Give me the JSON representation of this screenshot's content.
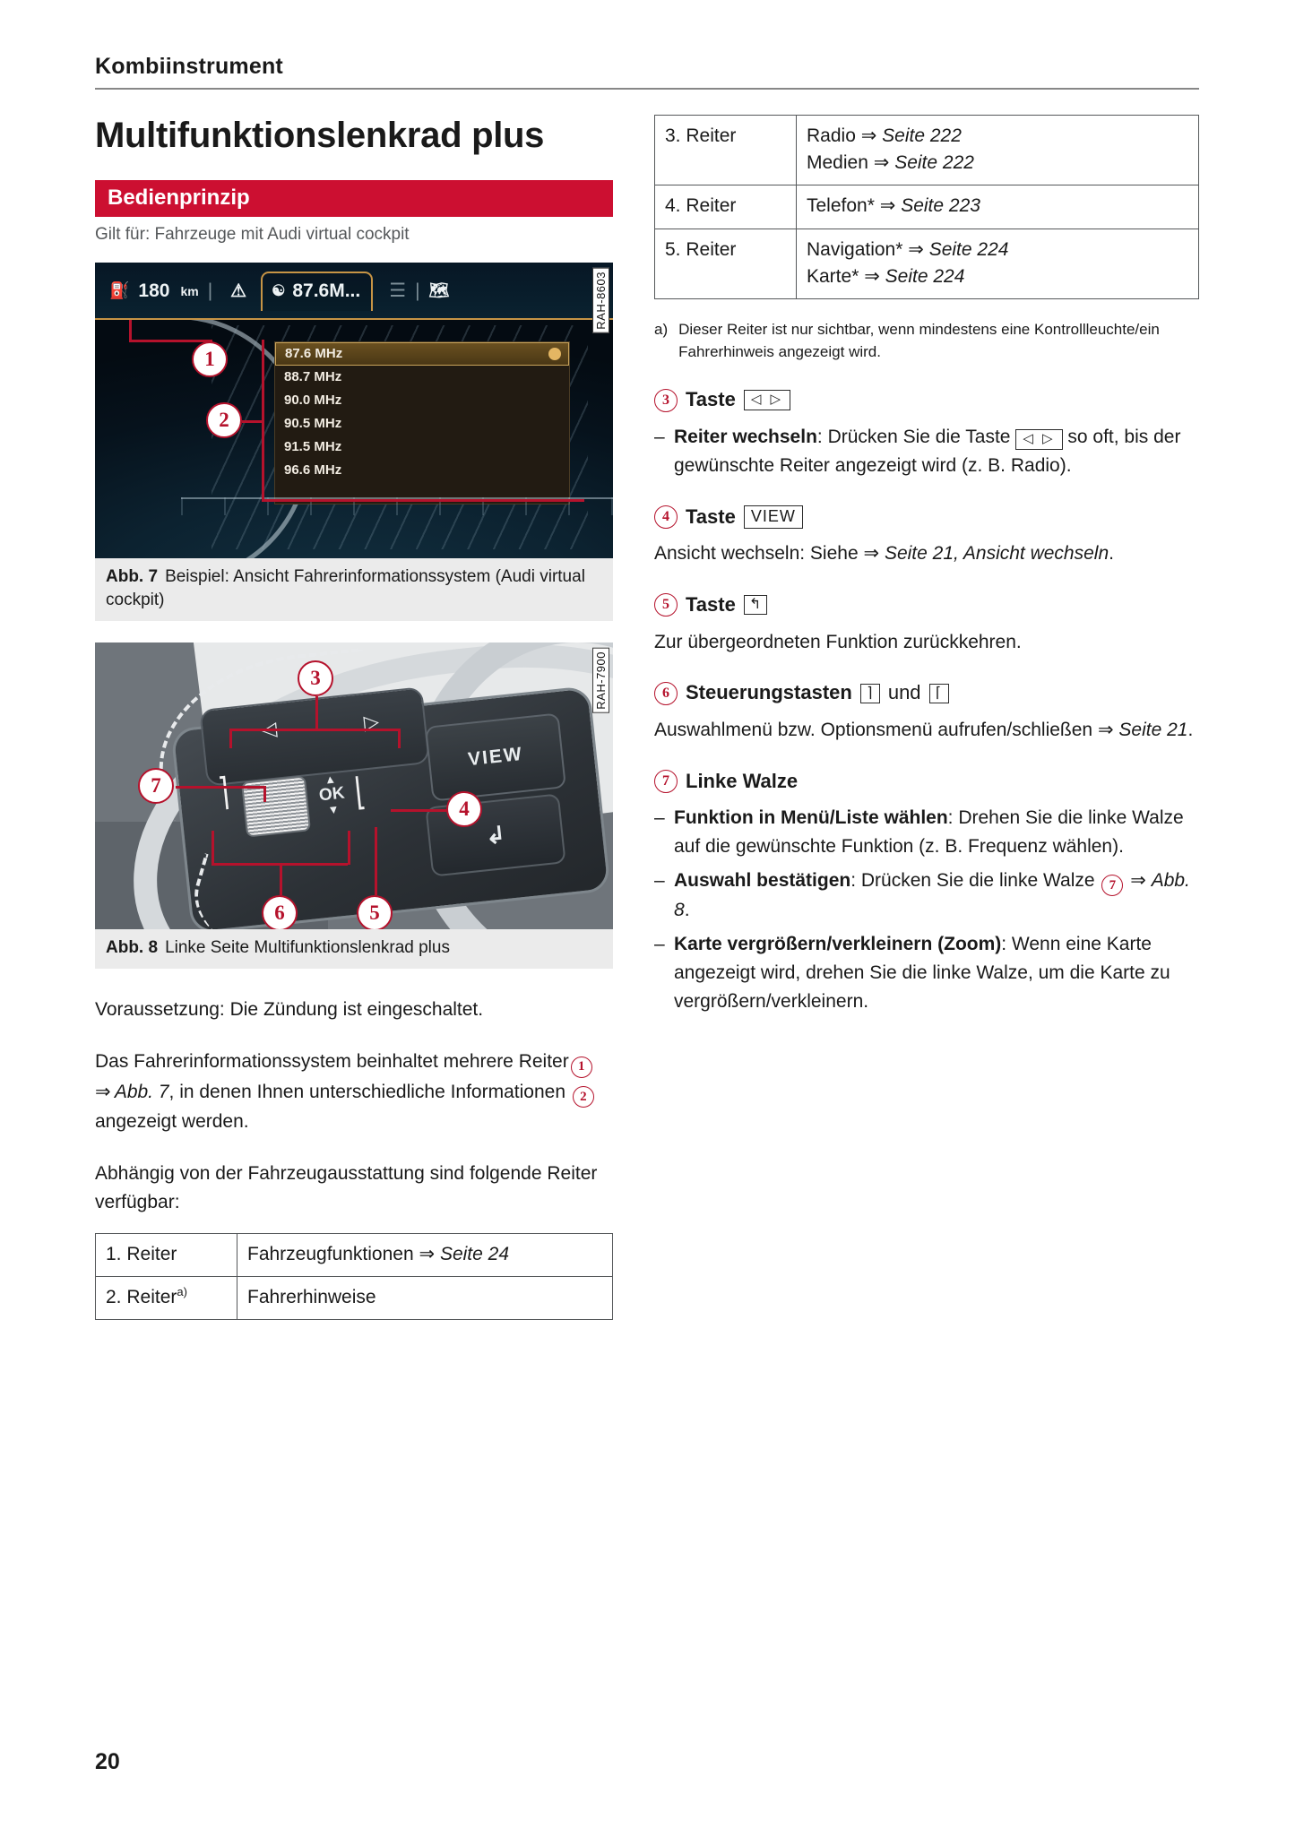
{
  "running_head": "Kombiinstrument",
  "page_number": "20",
  "left": {
    "title": "Multifunktionslenkrad plus",
    "section_bar": "Bedienprinzip",
    "applies_to": "Gilt für: Fahrzeuge mit Audi virtual cockpit",
    "figure7": {
      "code": "RAH-8603",
      "label": "Abb. 7",
      "caption": "Beispiel: Ansicht Fahrerinformationssystem (Audi virtual cockpit)",
      "display": {
        "range_value": "180",
        "range_unit": "km",
        "separator": "|",
        "warning_icon": "warning-triangle-icon",
        "radio_icon": "antenna-icon",
        "tab_label": "87.6M...",
        "media_icon": "media-icon",
        "map_icon": "map-icon",
        "frequencies": [
          "87.6 MHz",
          "88.7 MHz",
          "90.0 MHz",
          "90.5 MHz",
          "91.5 MHz",
          "96.6 MHz"
        ],
        "selected_index": 0
      },
      "callouts": [
        "1",
        "2"
      ]
    },
    "figure8": {
      "code": "RAH-7900",
      "label": "Abb. 8",
      "caption": "Linke Seite Multifunktionslenkrad plus",
      "view_button_label": "VIEW",
      "ok_label": "OK",
      "callouts": [
        "3",
        "4",
        "5",
        "6",
        "7"
      ]
    },
    "paragraphs": {
      "precondition": "Voraussetzung: Die Zündung ist eingeschaltet.",
      "p2_a": "Das Fahrerinformationssystem beinhaltet mehrere Reiter",
      "p2_num1": "1",
      "p2_b": "Abb. 7",
      "p2_c": ", in denen Ihnen unterschiedliche Informationen",
      "p2_num2": "2",
      "p2_d": "angezeigt werden.",
      "p3": "Abhängig von der Fahrzeugausstattung sind folgende Reiter verfügbar:"
    },
    "table_left": {
      "rows": [
        {
          "tab": "1. Reiter",
          "tab_sup": "",
          "content": "Fahrzeugfunktionen ⇨ Seite 24",
          "content_plain": "Fahrzeugfunktionen",
          "ref": "Seite 24"
        },
        {
          "tab": "2. Reiter",
          "tab_sup": "a)",
          "content": "Fahrerhinweise",
          "content_plain": "Fahrerhinweise",
          "ref": ""
        }
      ]
    }
  },
  "right": {
    "table_right": {
      "rows": [
        {
          "tab": "3. Reiter",
          "lines": [
            {
              "text": "Radio",
              "ref": "Seite 222"
            },
            {
              "text": "Medien",
              "ref": "Seite 222"
            }
          ]
        },
        {
          "tab": "4. Reiter",
          "lines": [
            {
              "text": "Telefon*",
              "ref": "Seite 223"
            }
          ]
        },
        {
          "tab": "5. Reiter",
          "lines": [
            {
              "text": "Navigation*",
              "ref": "Seite 224"
            },
            {
              "text": "Karte*",
              "ref": "Seite 224"
            }
          ]
        }
      ]
    },
    "footnote": {
      "mark": "a)",
      "text": "Dieser Reiter ist nur sichtbar, wenn mindestens eine Kontrollleuchte/ein Fahrerhinweis angezeigt wird."
    },
    "items": [
      {
        "num": "3",
        "head_label": "Taste",
        "key": "◁ ▷",
        "key_name": "left-right-arrows-key",
        "bullets": [
          {
            "bold": "Reiter wechseln",
            "text": ": Drücken Sie die Taste",
            "key": "◁ ▷",
            "tail": "so oft, bis der gewünschte Reiter angezeigt wird (z. B. Radio)."
          }
        ]
      },
      {
        "num": "4",
        "head_label": "Taste",
        "key": "VIEW",
        "key_name": "view-key",
        "body_a": "Ansicht wechseln: Siehe",
        "body_ref": "Seite 21, Ansicht wechseln",
        "body_tail": "."
      },
      {
        "num": "5",
        "head_label": "Taste",
        "key": "↰",
        "key_name": "back-key",
        "body": "Zur übergeordneten Funktion zurückkehren."
      },
      {
        "num": "6",
        "head_label": "Steuerungstasten",
        "key": "⌐",
        "key2": "⌐",
        "conj": "und",
        "key_name": "control-keys",
        "body_a": "Auswahlmenü bzw. Optionsmenü aufrufen/schließen",
        "body_ref": "Seite 21",
        "body_tail": "."
      },
      {
        "num": "7",
        "head_label": "Linke Walze",
        "bullets": [
          {
            "bold": "Funktion in Menü/Liste wählen",
            "text": ": Drehen Sie die linke Walze auf die gewünschte Funktion (z. B. Frequenz wählen)."
          },
          {
            "bold": "Auswahl bestätigen",
            "text": ": Drücken Sie die linke Walze",
            "inline_num": "7",
            "ref": "Abb. 8",
            "tail": "."
          },
          {
            "bold": "Karte vergrößern/verkleinern (Zoom)",
            "text": ": Wenn eine Karte angezeigt wird, drehen Sie die linke Walze, um die Karte zu vergrößern/verkleinern."
          }
        ]
      }
    ]
  },
  "colors": {
    "brand_red": "#cc0f31",
    "callout_red": "#b5122c",
    "rule_grey": "#878787",
    "caption_bg": "#ebebeb"
  }
}
